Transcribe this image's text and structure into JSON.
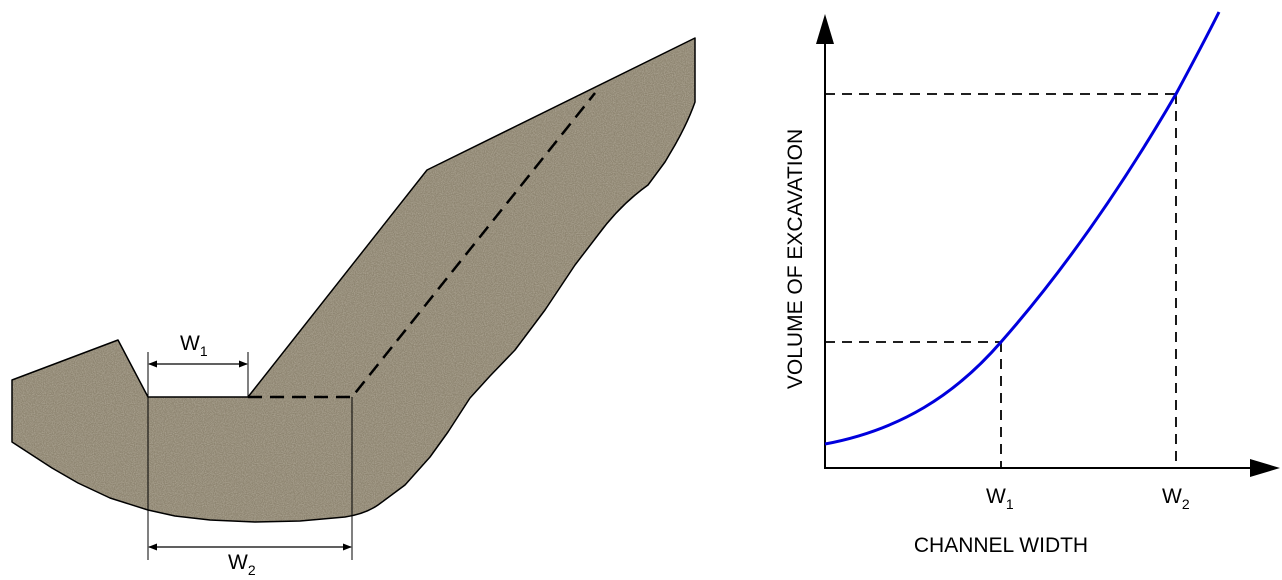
{
  "section": {
    "w1_main": "W",
    "w1_sub": "1",
    "w2_main": "W",
    "w2_sub": "2"
  },
  "graph": {
    "y_axis_label": "VOLUME OF EXCAVATION",
    "x_axis_label": "CHANNEL WIDTH",
    "tick1_main": "W",
    "tick1_sub": "1",
    "tick2_main": "W",
    "tick2_sub": "2",
    "curve_color": "#0000dd"
  }
}
